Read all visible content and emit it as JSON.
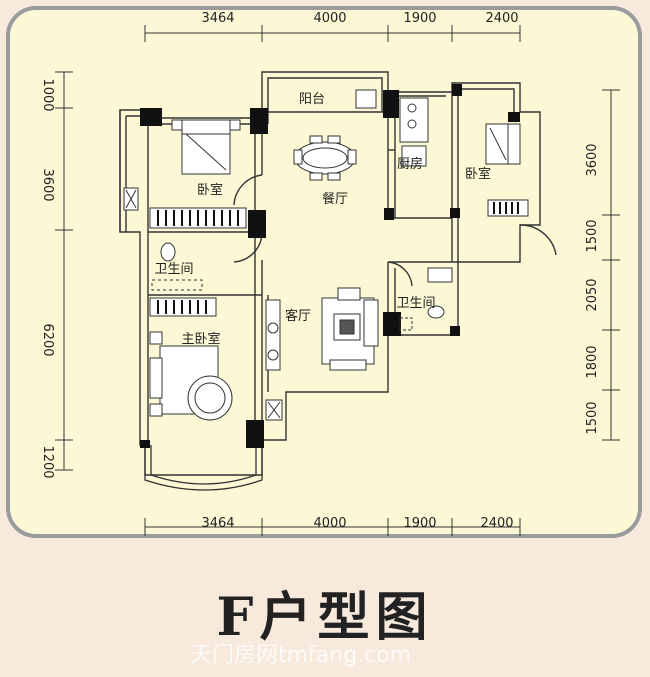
{
  "title": "F户型图",
  "watermark": "天门房网tmfang.com",
  "dimensions": {
    "top": [
      "3464",
      "4000",
      "1900",
      "2400"
    ],
    "bottom": [
      "3464",
      "4000",
      "1900",
      "2400"
    ],
    "left": [
      "1000",
      "3600",
      "6200",
      "1200"
    ],
    "right": [
      "3600",
      "1500",
      "2050",
      "1800",
      "1500"
    ]
  },
  "rooms": {
    "balcony": "阳台",
    "dining": "餐厅",
    "kitchen": "厨房",
    "bedroom_left": "卧室",
    "bedroom_right": "卧室",
    "bath_left": "卫生间",
    "bath_right": "卫生间",
    "living": "客厅",
    "master": "主卧室"
  }
}
